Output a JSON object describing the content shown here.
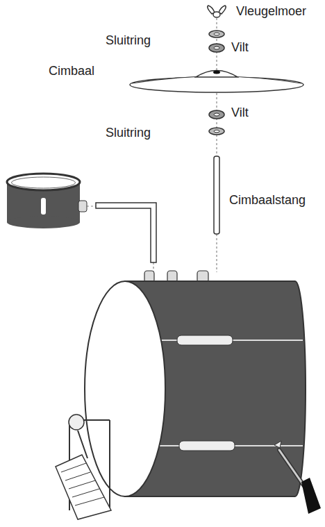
{
  "diagram": {
    "labels": [
      "Vleugelmoer",
      "Sluitring",
      "Vilt",
      "Cimbaal",
      "Vilt",
      "Sluitring",
      "Cimbaalstang"
    ]
  }
}
